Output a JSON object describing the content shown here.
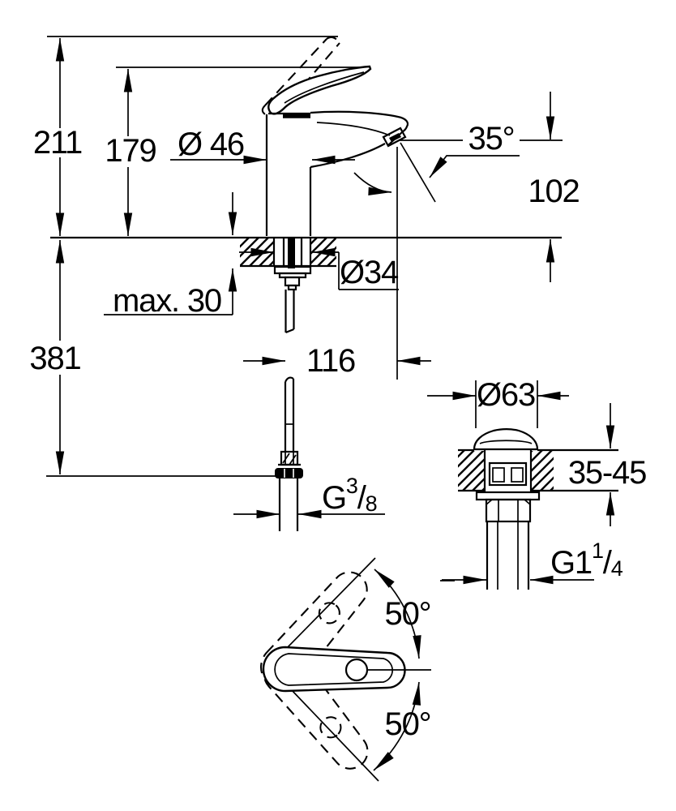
{
  "page": {
    "background": "#ffffff",
    "ink": "#000000"
  },
  "labels": {
    "overall_height": "211",
    "handle_height": "179",
    "body_diameter": "Ø 46",
    "aerator_angle": "35°",
    "spout_height": "102",
    "deck_thickness_max": "max. 30",
    "shank_diameter": "Ø34",
    "supply_length": "381",
    "spout_projection": "116",
    "supply_thread": {
      "prefix": "G",
      "numerator": "3",
      "slash": "/",
      "denominator": "8"
    },
    "waste_cap_diameter": "Ø63",
    "deck_thickness_range": "35-45",
    "waste_thread": {
      "prefix": "G1",
      "numerator": "1",
      "slash": "/",
      "denominator": "4"
    },
    "handle_swing_up": "50°",
    "handle_swing_down": "50°"
  }
}
